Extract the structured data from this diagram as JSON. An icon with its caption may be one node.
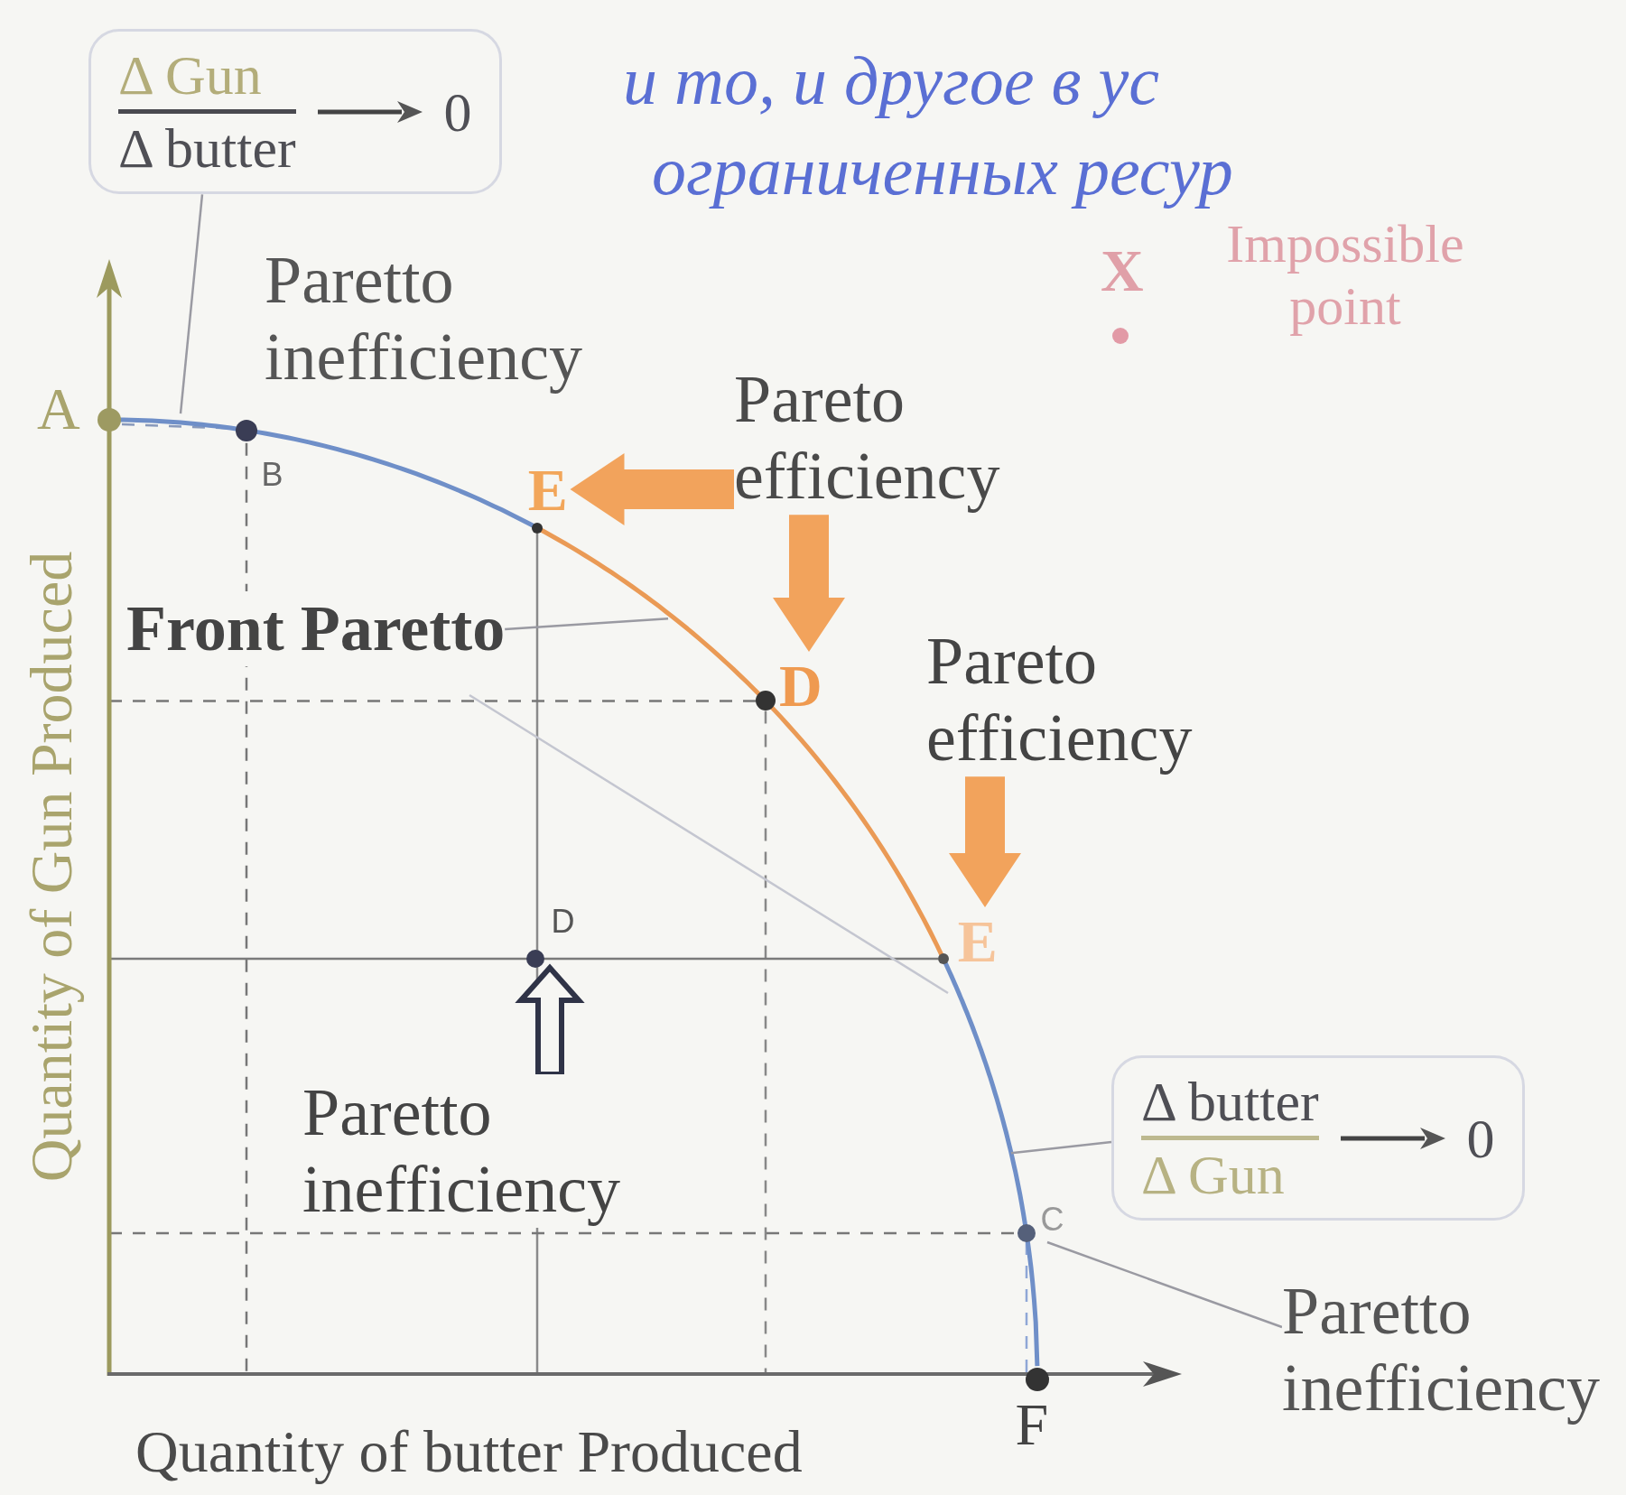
{
  "diagram": {
    "nodes": [
      {
        "text": [
          "Δ Gun",
          "Δ butter",
          "0"
        ]
      },
      {
        "text": [
          "Δ butter",
          "Δ Gun",
          "0"
        ]
      },
      {
        "text": [],
        "shape": "circle",
        "beside": [
          "A"
        ]
      },
      {
        "text": [],
        "shape": "circle",
        "beside": [
          "B"
        ]
      },
      {
        "text": [],
        "shape": "circle",
        "beside": [
          "E"
        ]
      },
      {
        "text": [],
        "shape": "circle",
        "beside": [
          "D"
        ]
      },
      {
        "text": [],
        "shape": "circle",
        "beside": [
          "E"
        ]
      },
      {
        "text": [],
        "shape": "circle",
        "beside": [
          "D"
        ]
      },
      {
        "text": [],
        "shape": "circle",
        "beside": [
          "C"
        ]
      },
      {
        "text": [],
        "shape": "circle",
        "beside": [
          "F"
        ]
      },
      {
        "text": [
          "Paretto inefficiency"
        ]
      },
      {
        "text": [
          "Pareto efficiency"
        ]
      },
      {
        "text": [
          "Front Paretto"
        ]
      },
      {
        "text": [
          "Pareto efficiency"
        ]
      },
      {
        "text": [
          "Paretto inefficiency"
        ]
      },
      {
        "text": [
          "Paretto inefficiency"
        ]
      },
      {
        "text": [],
        "shape": "circle",
        "beside": [
          "X",
          "Impossible point"
        ]
      }
    ],
    "edges": [
      {
        "from": 0,
        "to": null,
        "arrow": "none"
      },
      {
        "from": 1,
        "to": null,
        "arrow": "none"
      },
      {
        "from": 12,
        "to": null,
        "arrow": "none"
      },
      {
        "from": 15,
        "to": 8,
        "arrow": "none"
      },
      {
        "from": 11,
        "to": 4,
        "arrow": "to",
        "style": "thick",
        "color": "#f2a35c"
      },
      {
        "from": 11,
        "to": 5,
        "arrow": "to",
        "style": "thick",
        "color": "#f2a35c"
      },
      {
        "from": 13,
        "to": 6,
        "arrow": "to",
        "style": "thick",
        "color": "#f2a35c"
      },
      {
        "from": 14,
        "to": 7,
        "arrow": "to",
        "style": "thick"
      }
    ],
    "labels": [
      "и то, и другое в ус",
      "ограниченных ресур",
      "Quantity of Gun Produced",
      "Quantity of butter Produced"
    ]
  }
}
